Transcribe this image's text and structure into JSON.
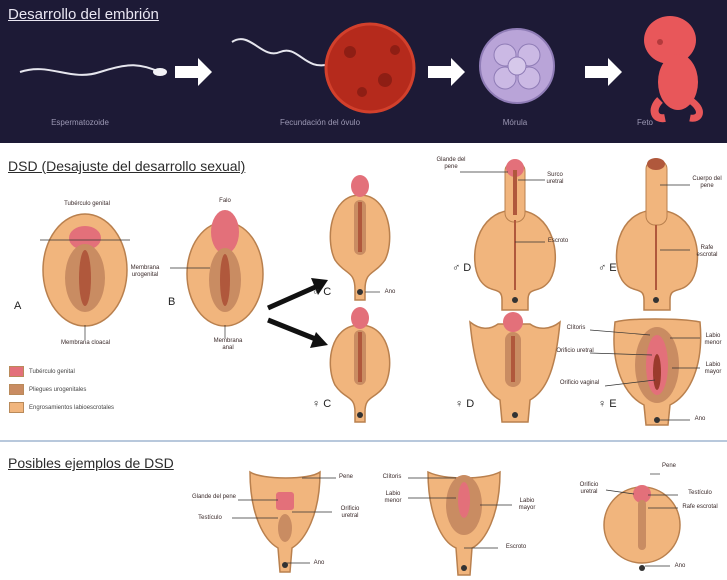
{
  "banner": {
    "title": "Desarrollo del embrión",
    "stages": [
      "Espermatozoide",
      "Fecundación del óvulo",
      "Mórula",
      "Feto"
    ]
  },
  "dsd": {
    "title": "DSD (Desajuste del desarrollo sexual)",
    "A": {
      "letter": "A",
      "top": "Tubérculo genital",
      "bottom": "Membrana cloacal"
    },
    "B": {
      "letter": "B",
      "top": "Falo",
      "mid": "Membrana urogenital",
      "bottom": "Membrana anal"
    },
    "C_male": {
      "letter": "♂ C",
      "label": "Ano"
    },
    "D_male": {
      "letter": "♂ D",
      "glans": "Glande del pene",
      "surco": "Surco uretral",
      "scrotum": "Escroto"
    },
    "E_male": {
      "letter": "♂ E",
      "body": "Cuerpo del pene",
      "raphe": "Rafe escrotal"
    },
    "C_female": {
      "letter": "♀ C"
    },
    "D_female": {
      "letter": "♀ D"
    },
    "E_female": {
      "letter": "♀ E",
      "clitoris": "Clítoris",
      "urethral": "Orificio uretral",
      "vaginal": "Orificio vaginal",
      "majora": "Labio mayor",
      "minora": "Labio menor",
      "anus": "Ano"
    },
    "legend": [
      "Tubérculo genital",
      "Pliegues urogenitales",
      "Engrosamientos labioescrotales"
    ]
  },
  "examples": {
    "title": "Posibles ejemplos de DSD",
    "one": {
      "pene": "Pene",
      "glans": "Glande del pene",
      "testicle": "Testículo",
      "orifice": "Orificio uretral",
      "anus": "Ano"
    },
    "two": {
      "clitoris": "Clítoris",
      "minor": "Labio menor",
      "major": "Labio mayor",
      "scrotum": "Escroto"
    },
    "three": {
      "pene": "Pene",
      "orifice": "Orificio uretral",
      "testicle": "Testículo",
      "raphe": "Rafe escrotal",
      "anus": "Ano"
    }
  },
  "colors": {
    "banner_bg": "#1d1a36",
    "tubercle": "#e3707a",
    "folds": "#c98c62",
    "swellings": "#f1b57d"
  }
}
